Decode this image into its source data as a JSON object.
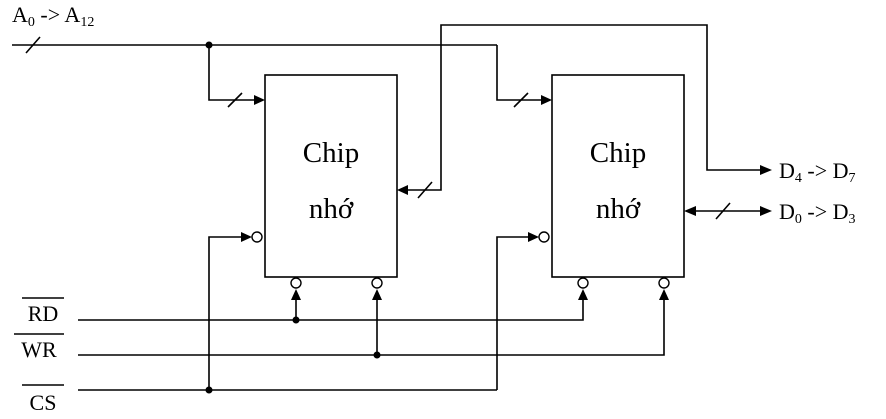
{
  "chips": [
    {
      "line1": "Chip",
      "line2": "nhớ"
    },
    {
      "line1": "Chip",
      "line2": "nhớ"
    }
  ],
  "address": {
    "a": "A",
    "a_sub_start": "0",
    "arrow": " -> ",
    "a_sub_end": "12"
  },
  "data_high": {
    "d": "D",
    "sub_start": "4",
    "arrow": " -> ",
    "d2": "D",
    "sub_end": "7"
  },
  "data_low": {
    "d": "D",
    "sub_start": "0",
    "arrow": " -> ",
    "d2": "D",
    "sub_end": "3"
  },
  "signals": {
    "rd": "RD",
    "wr": "WR",
    "cs": "CS"
  }
}
